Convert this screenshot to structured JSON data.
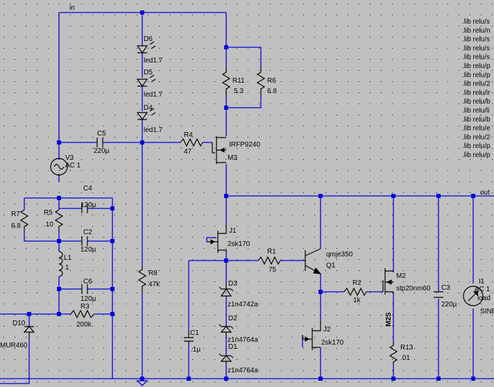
{
  "nets": {
    "in": "in",
    "out": "out"
  },
  "components": {
    "D6": {
      "ref": "D6",
      "value": "led1.7"
    },
    "D5": {
      "ref": "D5",
      "value": "led1.7"
    },
    "D4": {
      "ref": "D4",
      "value": "led1.7"
    },
    "C5": {
      "ref": "C5",
      "value": "220µ"
    },
    "R4": {
      "ref": "R4",
      "value": "47"
    },
    "M3": {
      "ref": "M3",
      "value": "IRFP9240"
    },
    "R11": {
      "ref": "R11",
      "value": "5.3"
    },
    "R6": {
      "ref": "R6",
      "value": "6.8"
    },
    "V3": {
      "ref": "V3",
      "value": "AC 1"
    },
    "C4": {
      "ref": "C4",
      "value": "120µ"
    },
    "R7": {
      "ref": "R7",
      "value": "6.8"
    },
    "R5": {
      "ref": "R5",
      "value": ".10"
    },
    "C2": {
      "ref": "C2",
      "value": "120µ"
    },
    "L1": {
      "ref": "L1",
      "value": "1"
    },
    "C6": {
      "ref": "C6",
      "value": "120µ"
    },
    "R3": {
      "ref": "R3",
      "value": "200k"
    },
    "D10": {
      "ref": "D10",
      "value": "MUR460"
    },
    "R8": {
      "ref": "R8",
      "value": "47k"
    },
    "J1": {
      "ref": "J1",
      "value": "2sk170"
    },
    "R1": {
      "ref": "R1",
      "value": "75"
    },
    "Q1": {
      "ref": "Q1",
      "value": "qmje350"
    },
    "D3": {
      "ref": "D3",
      "value": "z1n4742a"
    },
    "D2": {
      "ref": "D2",
      "value": "z1n4764a"
    },
    "D1": {
      "ref": "D1",
      "value": "z1n4764a"
    },
    "C1": {
      "ref": "C1",
      "value": ".1µ"
    },
    "J2": {
      "ref": "J2",
      "value": "2sk170"
    },
    "R2": {
      "ref": "R2",
      "value": "1k"
    },
    "M2": {
      "ref": "M2",
      "value": "stp20nm60"
    },
    "R13": {
      "ref": "R13",
      "value": ".01"
    },
    "C3": {
      "ref": "C3",
      "value": "220µ"
    },
    "I1": {
      "ref": "I1",
      "value": "AC 1",
      "extra": "load",
      "extra2": "SINE"
    }
  },
  "rotated_label": "M2S",
  "lib_lines": [
    ".lib relu/s",
    ".lib relu/n",
    ".lib relu/s",
    ".lib relu/s",
    ".lib relu/s",
    ".lib relu/p",
    ".lib relu/p",
    ".lib relu/2",
    ".lib relu/ir",
    ".lib relu/b",
    ".lib relu/li",
    ".lib relu/b",
    ".lib relu/e",
    ".lib relu/2",
    ".lib relu/p",
    ".lib relu/p"
  ],
  "colors": {
    "wire": "#0000dd",
    "background": "#c0c0c0",
    "component": "#000000",
    "grid_dot": "#000000"
  }
}
